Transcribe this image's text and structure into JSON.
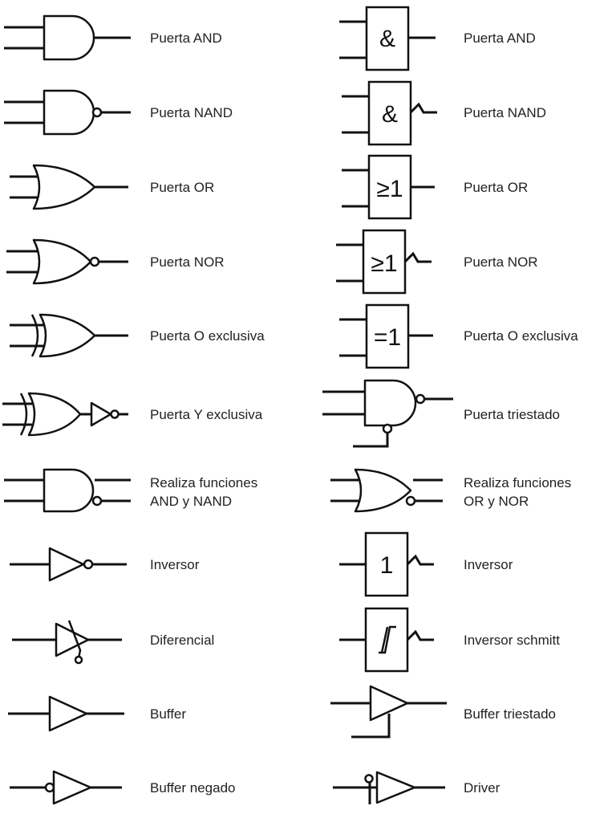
{
  "left_column": [
    {
      "lines": [
        "Puerta AND"
      ],
      "symbol": "and-gate"
    },
    {
      "lines": [
        "Puerta NAND"
      ],
      "symbol": "nand-gate"
    },
    {
      "lines": [
        "Puerta OR"
      ],
      "symbol": "or-gate"
    },
    {
      "lines": [
        "Puerta NOR"
      ],
      "symbol": "nor-gate"
    },
    {
      "lines": [
        "Puerta O exclusiva"
      ],
      "symbol": "xor-gate"
    },
    {
      "lines": [
        "Puerta Y exclusiva"
      ],
      "symbol": "xnor-gate"
    },
    {
      "lines": [
        "Realiza funciones",
        "AND y NAND"
      ],
      "symbol": "and-nand-gate"
    },
    {
      "lines": [
        "Inversor"
      ],
      "symbol": "inverter"
    },
    {
      "lines": [
        "Diferencial"
      ],
      "symbol": "differential"
    },
    {
      "lines": [
        "Buffer"
      ],
      "symbol": "buffer"
    },
    {
      "lines": [
        "Buffer negado"
      ],
      "symbol": "negated-buffer"
    }
  ],
  "right_column": [
    {
      "lines": [
        "Puerta AND"
      ],
      "symbol": "iec-and",
      "box_text": "&"
    },
    {
      "lines": [
        "Puerta NAND"
      ],
      "symbol": "iec-nand",
      "box_text": "&"
    },
    {
      "lines": [
        "Puerta OR"
      ],
      "symbol": "iec-or",
      "box_text": "≥1"
    },
    {
      "lines": [
        "Puerta NOR"
      ],
      "symbol": "iec-nor",
      "box_text": "≥1"
    },
    {
      "lines": [
        "Puerta O exclusiva"
      ],
      "symbol": "iec-xor",
      "box_text": "=1"
    },
    {
      "lines": [
        "Puerta triestado"
      ],
      "symbol": "tristate-nand"
    },
    {
      "lines": [
        "Realiza funciones",
        "OR y NOR"
      ],
      "symbol": "or-nor-gate"
    },
    {
      "lines": [
        "Inversor"
      ],
      "symbol": "iec-inverter",
      "box_text": "1"
    },
    {
      "lines": [
        "Inversor schmitt"
      ],
      "symbol": "iec-schmitt-inverter",
      "box_text": "∫"
    },
    {
      "lines": [
        "Buffer triestado"
      ],
      "symbol": "tristate-buffer"
    },
    {
      "lines": [
        "Driver"
      ],
      "symbol": "driver"
    }
  ]
}
